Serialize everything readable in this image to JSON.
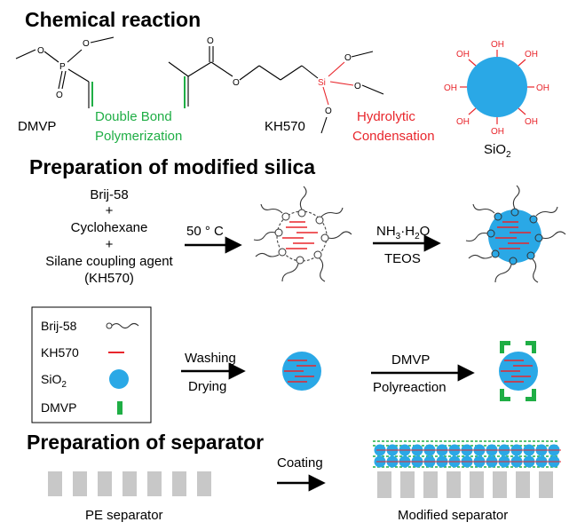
{
  "colors": {
    "silica": "#2aa8e6",
    "kh570": "#e8262c",
    "dmvp": "#1fae45",
    "pe": "#c8c8c8",
    "text": "#000000"
  },
  "section1": {
    "title": "Chemical reaction",
    "dmvp_label": "DMVP",
    "double_bond_line1": "Double Bond",
    "double_bond_line2": "Polymerization",
    "kh570_label": "KH570",
    "hydrolytic_line1": "Hydrolytic",
    "hydrolytic_line2": "Condensation",
    "sio2_label": "SiO",
    "sio2_sub": "2",
    "atom_o": "O",
    "atom_p": "P",
    "atom_si": "Si",
    "atom_oh": "OH"
  },
  "section2": {
    "title": "Preparation of modified silica",
    "reagent_1": "Brij-58",
    "plus": "+",
    "reagent_2": "Cyclohexane",
    "reagent_3": "Silane coupling agent",
    "reagent_4": "(KH570)",
    "temp_label": "50 ° C",
    "nh3_main": "NH",
    "nh3_sub": "3",
    "nh3_rest": "·H",
    "nh3_sub2": "2",
    "nh3_end": "O",
    "teos_label": "TEOS",
    "washing_label": "Washing",
    "drying_label": "Drying",
    "dmvp_label": "DMVP",
    "polyreaction_label": "Polyreaction"
  },
  "legend": {
    "brij": "Brij-58",
    "kh570": "KH570",
    "sio2": "SiO",
    "sio2_sub": "2",
    "dmvp": "DMVP"
  },
  "section3": {
    "title": "Preparation of separator",
    "coating_label": "Coating",
    "pe_label": "PE separator",
    "modified_label": "Modified separator"
  }
}
